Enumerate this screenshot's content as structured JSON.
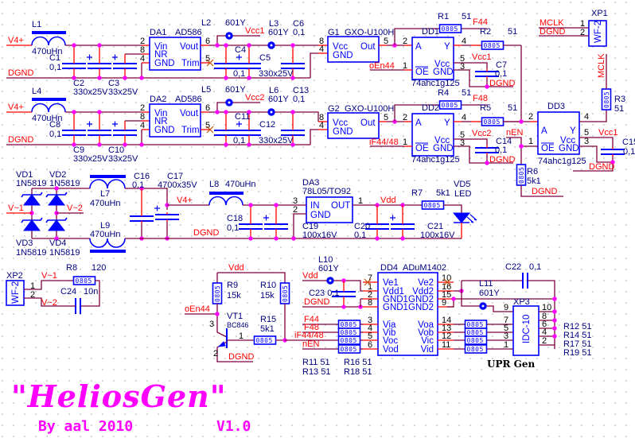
{
  "title": "\"HeliosGen\"",
  "byline": "By aal 2010",
  "version": "V1.0",
  "subtitle": "UPR Gen",
  "part_code": "0805",
  "nets": {
    "dgnd": "DGND",
    "v4": "V4+",
    "vdd": "Vdd",
    "vac1": "V~1",
    "vac2": "V~2",
    "mclk": "MCLK",
    "nen": "nEN",
    "oen44": "oEn44",
    "f44": "F44",
    "f48": "F48",
    "if4448": "iF44/48",
    "vcc1": "Vcc1"
  },
  "ad586_pins": {
    "vin": "Vin",
    "nr": "NR",
    "gnd": "GND",
    "vout": "Vout",
    "trim": "Trim",
    "n_vin": "2",
    "n_nr": "8",
    "n_gnd": "4",
    "n_vout": "6",
    "n_trim": "5"
  },
  "supply": [
    {
      "l_in": "L1",
      "l_in_val": "470uHn",
      "c1": "C1",
      "c1_val": "0,1",
      "c2": "C2",
      "c2_val": "330x25V",
      "c3": "C3",
      "c3_val": "33x25V",
      "reg": "DA1",
      "reg_part": "AD586",
      "bead1": "L2",
      "bead1_val": "601Y",
      "vcc": "Vcc1",
      "bead2": "L3",
      "bead2_val": "601Y",
      "c4": "C4",
      "c4_val": "0,1",
      "c5": "C5",
      "c5_val": "330x25V",
      "c6": "C6",
      "c6_val": "0,1"
    },
    {
      "l_in": "L4",
      "l_in_val": "470uHn",
      "c1": "C8",
      "c1_val": "0,1",
      "c2": "C9",
      "c2_val": "330x25V",
      "c3": "C10",
      "c3_val": "33x25V",
      "reg": "DA2",
      "reg_part": "AD586",
      "bead1": "L5",
      "bead1_val": "601Y",
      "vcc": "Vcc2",
      "bead2": "L6",
      "bead2_val": "601Y",
      "c4": "C11",
      "c4_val": "0,1",
      "c5": "C12",
      "c5_val": "330x25V",
      "c6": "C13",
      "c6_val": "0,1"
    }
  ],
  "osc_pins": {
    "vcc": "Vcc",
    "gnd": "GND",
    "out": "Out",
    "n_vcc": "8",
    "n_gnd": "4",
    "n_out": "5"
  },
  "buf_pins": {
    "a": "A",
    "y": "Y",
    "oe": "OE",
    "vcc": "Vcc",
    "gnd": "GND",
    "n_a": "2",
    "n_y": "4",
    "n_oe": "1",
    "n_vcc": "5",
    "n_gnd": "3"
  },
  "buffer": [
    {
      "osc": "G1",
      "osc_part": "GXO-U100H",
      "r_tap": "R1",
      "r_tap_val": "51",
      "tap_net": "F44",
      "buf": "DD1",
      "buf_part": "74ahc1g125",
      "r_out": "R2",
      "r_out_val": "51",
      "en_net": "oEn44",
      "vcc": "Vcc1",
      "cap": "C7",
      "cap_val": "0,1"
    },
    {
      "osc": "G2",
      "osc_part": "GXO-U100H",
      "r_tap": "R4",
      "r_tap_val": "51",
      "tap_net": "F48",
      "buf": "DD2",
      "buf_part": "74ahc1g125",
      "r_out": "R5",
      "r_out_val": "51",
      "en_net": "iF44/48",
      "vcc": "Vcc2",
      "cap": "C14",
      "cap_val": "0,1"
    }
  ],
  "dd3": {
    "ref": "DD3",
    "part": "74ahc1g125",
    "en_net": "nEN",
    "r_pd": "R6",
    "r_pd_val": "5k1",
    "r_out": "R3",
    "r_out_val": "51",
    "out_net": "MCLK",
    "vcc": "Vcc1",
    "cap": "C15",
    "cap_val": "0,1"
  },
  "xp1": {
    "ref": "XP1",
    "type": "WF-2",
    "pin1": "1",
    "pin2": "2",
    "net1": "MCLK",
    "net2": "DGND"
  },
  "rectifier": {
    "diodes": [
      {
        "ref": "VD1",
        "part": "1N5819"
      },
      {
        "ref": "VD2",
        "part": "1N5819"
      },
      {
        "ref": "VD3",
        "part": "1N5819"
      },
      {
        "ref": "VD4",
        "part": "1N5819"
      }
    ],
    "l_top": "L7",
    "l_top_val": "470uHn",
    "l_bot": "L9",
    "l_bot_val": "470uHn",
    "c16": "C16",
    "c16_val": "0,1",
    "c17": "C17",
    "c17_val": "4700x35V",
    "l8": "L8",
    "l8_val": "470uHn",
    "c18": "C18",
    "c18_val": "0,1"
  },
  "regulator": {
    "ref": "DA3",
    "part": "78L05/TO92",
    "in": "IN",
    "gnd": "GND",
    "out": "OUT",
    "n_in": "3",
    "n_gnd": "2",
    "n_out": "1",
    "c19": "C19",
    "c19_val": "100x16V",
    "c20": "C20",
    "c20_val": "0,1",
    "c21": "C21",
    "c21_val": "100x16V",
    "r7": "R7",
    "r7_val": "5k1",
    "led": "VD5",
    "led_type": "LED"
  },
  "xp2": {
    "ref": "XP2",
    "type": "WF-2",
    "pin1": "1",
    "pin2": "2",
    "r8": "R8",
    "r8_val": "120",
    "c24": "C24",
    "c24_val": "10n"
  },
  "transistor": {
    "ref": "VT1",
    "part": "BC846",
    "r9": "R9",
    "r9_val": "15k",
    "r10": "R10",
    "r10_val": "15k",
    "r15": "R15",
    "r15_val": "5k1",
    "n_c": "3",
    "n_b": "1",
    "n_e": "2"
  },
  "dd4": {
    "ref": "DD4",
    "part": "ADuM1402",
    "left": [
      {
        "name": "Ve1",
        "pin": "7"
      },
      {
        "name": "Vdd1",
        "pin": "1"
      },
      {
        "name": "GND1",
        "pin": "2"
      },
      {
        "name": "GND1",
        "pin": "8"
      },
      {
        "name": "Via",
        "pin": "3"
      },
      {
        "name": "Vib",
        "pin": "4"
      },
      {
        "name": "Voc",
        "pin": "5"
      },
      {
        "name": "Vod",
        "pin": "6"
      }
    ],
    "right": [
      {
        "name": "Ve2",
        "pin": "10"
      },
      {
        "name": "Vdd2",
        "pin": "16"
      },
      {
        "name": "GND2",
        "pin": "15"
      },
      {
        "name": "GND2",
        "pin": "9"
      },
      {
        "name": "Voa",
        "pin": "14"
      },
      {
        "name": "Vob",
        "pin": "13"
      },
      {
        "name": "Vic",
        "pin": "12"
      },
      {
        "name": "Vid",
        "pin": "11"
      }
    ],
    "l10": "L10",
    "l10_val": "601Y",
    "c23": "C23 0,1",
    "in_resistors": [
      "R11 51",
      "R13 51",
      "R16 51",
      "R18 51"
    ],
    "c22": "C22",
    "c22_val": "0,1",
    "l11": "L11",
    "l11_val": "601Y"
  },
  "xp3": {
    "ref": "XP3",
    "type": "IDC-10",
    "left_pins": [
      "9",
      "7",
      "5",
      "3",
      "1"
    ],
    "right_pins": [
      "10",
      "8",
      "6",
      "4",
      "2"
    ],
    "resistors": [
      "R12 51",
      "R14 51",
      "R17 51",
      "R19 51"
    ]
  },
  "colors": {
    "wire": "#80003f",
    "pin_stub": "#ff0000",
    "component": "#0000ff",
    "net_label": "#ff0000",
    "ref_label": "#000080",
    "junction": "#ff00ff",
    "title": "#ff00ff"
  }
}
